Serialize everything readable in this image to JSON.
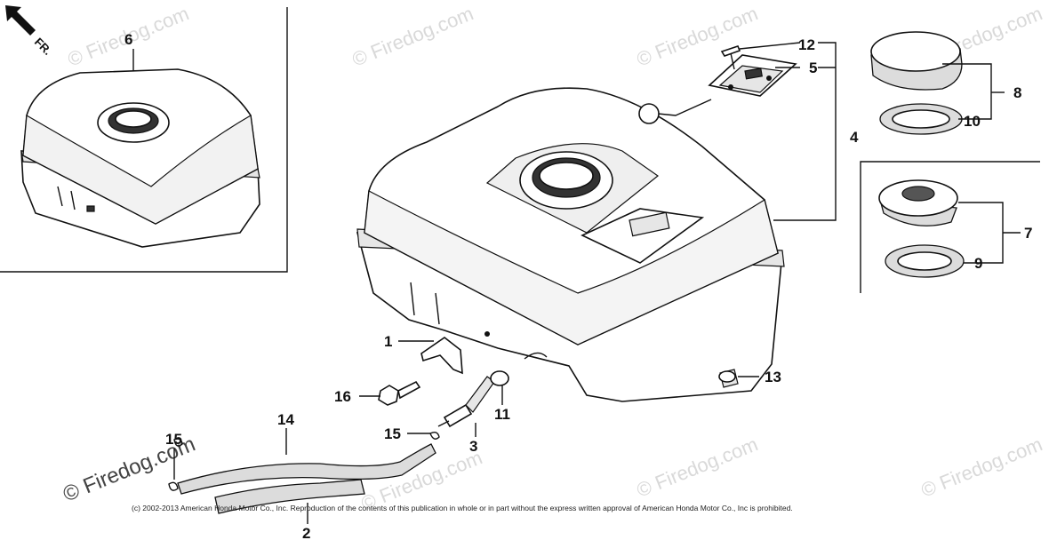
{
  "diagram": {
    "direction_label": "FR.",
    "watermark": "© Firedog.com",
    "copyright": "(c) 2002-2013 American Honda Motor Co., Inc. Reproduction of the contents of this publication in whole or in part without the express written approval of American Honda Motor Co., Inc is prohibited.",
    "callouts": [
      {
        "id": "1",
        "label": "1"
      },
      {
        "id": "2",
        "label": "2"
      },
      {
        "id": "3",
        "label": "3"
      },
      {
        "id": "4",
        "label": "4"
      },
      {
        "id": "5",
        "label": "5"
      },
      {
        "id": "6",
        "label": "6"
      },
      {
        "id": "7",
        "label": "7"
      },
      {
        "id": "8",
        "label": "8"
      },
      {
        "id": "9",
        "label": "9"
      },
      {
        "id": "10",
        "label": "10"
      },
      {
        "id": "11",
        "label": "11"
      },
      {
        "id": "12",
        "label": "12"
      },
      {
        "id": "13",
        "label": "13"
      },
      {
        "id": "14",
        "label": "14"
      },
      {
        "id": "15a",
        "label": "15"
      },
      {
        "id": "15b",
        "label": "15"
      },
      {
        "id": "16",
        "label": "16"
      }
    ]
  }
}
